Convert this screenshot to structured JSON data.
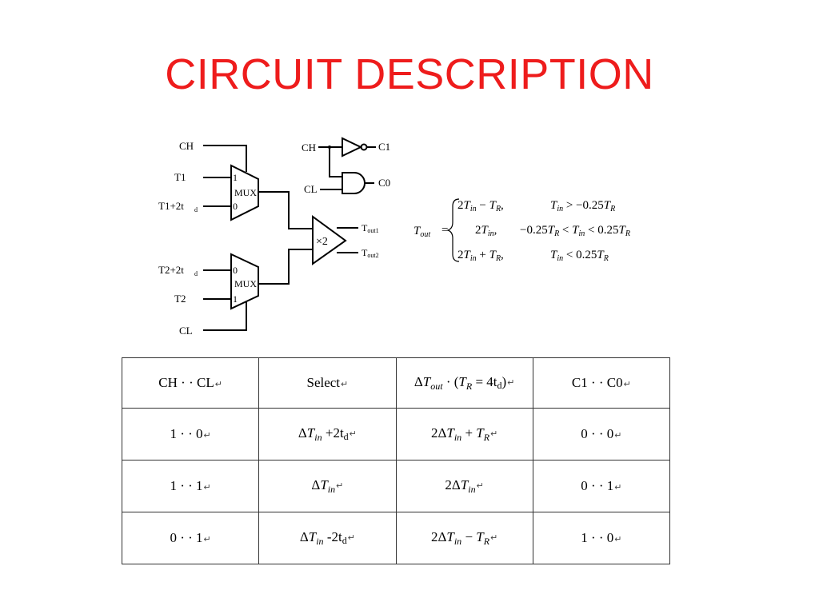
{
  "slide": {
    "title": "CIRCUIT DESCRIPTION"
  },
  "circuit": {
    "mux_top": {
      "inputs": [
        "CH",
        "T1",
        "T1+2t"
      ],
      "pin1": "1",
      "pin0": "0",
      "label": "MUX"
    },
    "mux_bottom": {
      "inputs": [
        "T2+2t",
        "T2",
        "CL"
      ],
      "pin0": "0",
      "pin1": "1",
      "label": "MUX"
    },
    "multiplier": {
      "label": "×2",
      "outputs": [
        "T",
        "T"
      ],
      "output_subs": [
        "out1",
        "out2"
      ]
    },
    "logic": {
      "inputs": [
        "CH",
        "CL"
      ],
      "outputs": [
        "C1",
        "C0"
      ]
    },
    "subscript_d": "d"
  },
  "equation": {
    "lhs": "T",
    "lhs_sub": "out",
    "cases": [
      {
        "expr": "2T_in − T_R,",
        "cond": "T_in > −0.25T_R"
      },
      {
        "expr": "2T_in,",
        "cond": "−0.25T_R < T_in < 0.25T_R"
      },
      {
        "expr": "2T_in + T_R,",
        "cond": "T_in < 0.25T_R"
      }
    ]
  },
  "table": {
    "headers": [
      "CH · · CL",
      "Select",
      "ΔT_out · (T_R = 4t_d)",
      "C1 · · C0"
    ],
    "rows": [
      [
        "1 · · 0",
        "ΔT_in +2t_d",
        "2ΔT_in + T_R",
        "0 · · 0"
      ],
      [
        "1 · · 1",
        "ΔT_in",
        "2ΔT_in",
        "0 · · 1"
      ],
      [
        "0 · · 1",
        "ΔT_in -2t_d",
        "2ΔT_in − T_R",
        "1 · · 0"
      ]
    ],
    "return_mark": "↵"
  }
}
